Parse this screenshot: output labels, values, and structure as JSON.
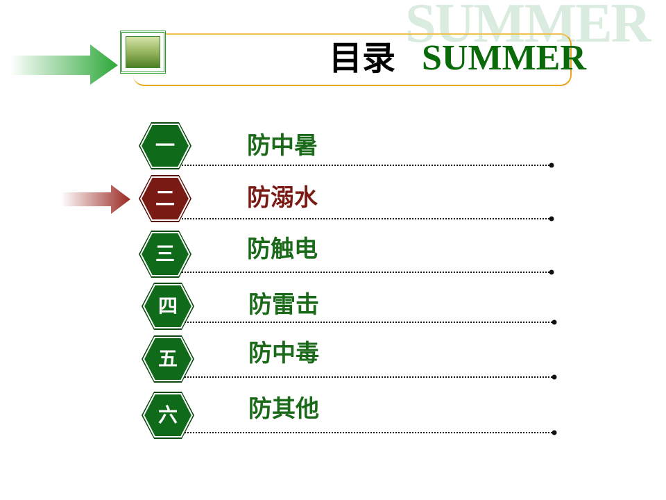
{
  "watermark": "SUMMER",
  "title": {
    "cn": "目录",
    "en": "SUMMER"
  },
  "items": [
    {
      "num": "一",
      "label": "防中暑",
      "active": false
    },
    {
      "num": "二",
      "label": "防溺水",
      "active": true
    },
    {
      "num": "三",
      "label": "防触电",
      "active": false
    },
    {
      "num": "四",
      "label": "防雷击",
      "active": false
    },
    {
      "num": "五",
      "label": "防中毒",
      "active": false
    },
    {
      "num": "六",
      "label": "防其他",
      "active": false
    }
  ],
  "colors": {
    "green": "#1a6a1a",
    "dark_red": "#7a1a14",
    "border_orange": "#e8a61a",
    "watermark": "#d6e9dc"
  },
  "icons": {
    "title_arrow": "arrow-right-icon",
    "selection_arrow": "arrow-right-icon",
    "title_square": "green-square-icon"
  }
}
